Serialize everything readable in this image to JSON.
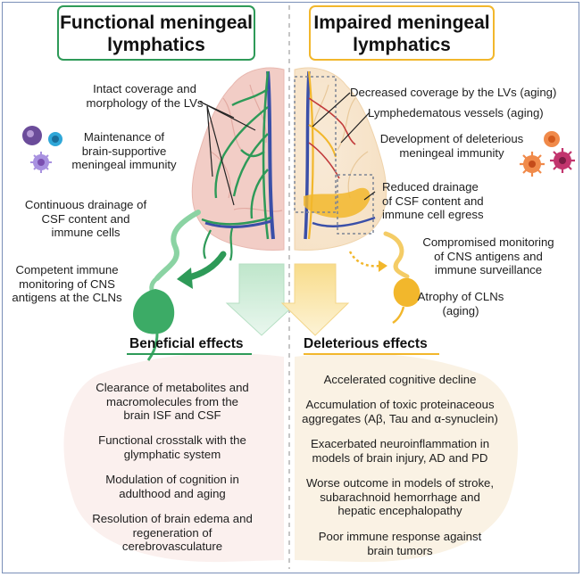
{
  "left": {
    "title_line1": "Functional meningeal",
    "title_line2": "lymphatics",
    "labels": {
      "lv": [
        "Intact coverage and",
        "morphology of the LVs"
      ],
      "immunity": [
        "Maintenance of",
        "brain-supportive",
        "meningeal immunity"
      ],
      "drainage": [
        "Continuous drainage of",
        "CSF content and",
        "immune cells"
      ],
      "monitoring": [
        "Competent immune",
        "monitoring of CNS",
        "antigens at the CLNs"
      ]
    },
    "effects_title": "Beneficial effects",
    "effects": [
      [
        "Clearance of metabolites and",
        "macromolecules from the",
        "brain ISF and CSF"
      ],
      [
        "Functional crosstalk with the",
        "glymphatic system"
      ],
      [
        "Modulation of cognition in",
        "adulthood and aging"
      ],
      [
        "Resolution of brain edema and",
        "regeneration of",
        "cerebrovasculature"
      ]
    ]
  },
  "right": {
    "title_line1": "Impaired meningeal",
    "title_line2": "lymphatics",
    "labels": {
      "coverage": "Decreased coverage by the LVs (aging)",
      "lymphedema": "Lymphedematous vessels (aging)",
      "immunity": [
        "Development of deleterious",
        "meningeal immunity"
      ],
      "drainage": [
        "Reduced drainage",
        "of CSF content and",
        "immune cell egress"
      ],
      "monitoring": [
        "Compromised monitoring",
        "of CNS antigens and",
        "immune surveillance"
      ],
      "atrophy": [
        "Atrophy of CLNs",
        "(aging)"
      ]
    },
    "effects_title": "Deleterious effects",
    "effects": [
      [
        "Accelerated cognitive decline"
      ],
      [
        "Accumulation of toxic proteinaceous",
        "aggregates (Aβ, Tau and α-synuclein)"
      ],
      [
        "Exacerbated neuroinflammation in",
        "models of brain injury, AD and PD"
      ],
      [
        "Worse outcome in models of stroke,",
        "subarachnoid hemorrhage and",
        "hepatic encephalopathy"
      ],
      [
        "Poor immune response against",
        "brain tumors"
      ]
    ]
  },
  "colors": {
    "functional_accent": "#2e9a58",
    "impaired_accent": "#f2b72c",
    "frame": "#7a8fb8",
    "brain_pink": "#f2cdc6",
    "vessel_blue": "#3a4fa8",
    "vessel_red": "#c23b3b",
    "cell_purple": "#7a4fb0",
    "cell_orange": "#f08a4a",
    "cell_magenta": "#c2356e"
  }
}
